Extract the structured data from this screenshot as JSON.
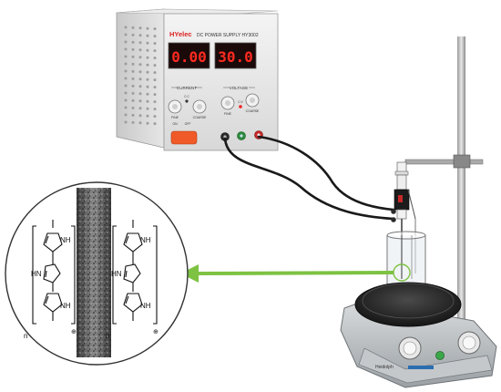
{
  "power_supply": {
    "brand": "HYelec",
    "model_text": "DC POWER SUPPLY HY3002",
    "current_display": "0.00",
    "voltage_display": "30.0",
    "current_section_label": "CURRENT",
    "voltage_section_label": "VOLTAGE",
    "knob_labels": [
      "FINE",
      "COARSE",
      "FINE",
      "COARSE"
    ],
    "cc_label": "C.C",
    "cv_label": "C.V",
    "switch_labels": [
      "ON",
      "OFF"
    ],
    "display_color": "#ff2a1f"
  },
  "molecule": {
    "nh_label": "NH",
    "hn_label": "HN",
    "n_label": "n",
    "charge_symbol": "⊕"
  },
  "stirrer": {
    "brand_text": "Heidolph",
    "plate_color": "#2a2a2a"
  },
  "arrow": {
    "color": "#7dc242"
  },
  "wires": {
    "color": "#1a1a1a"
  }
}
